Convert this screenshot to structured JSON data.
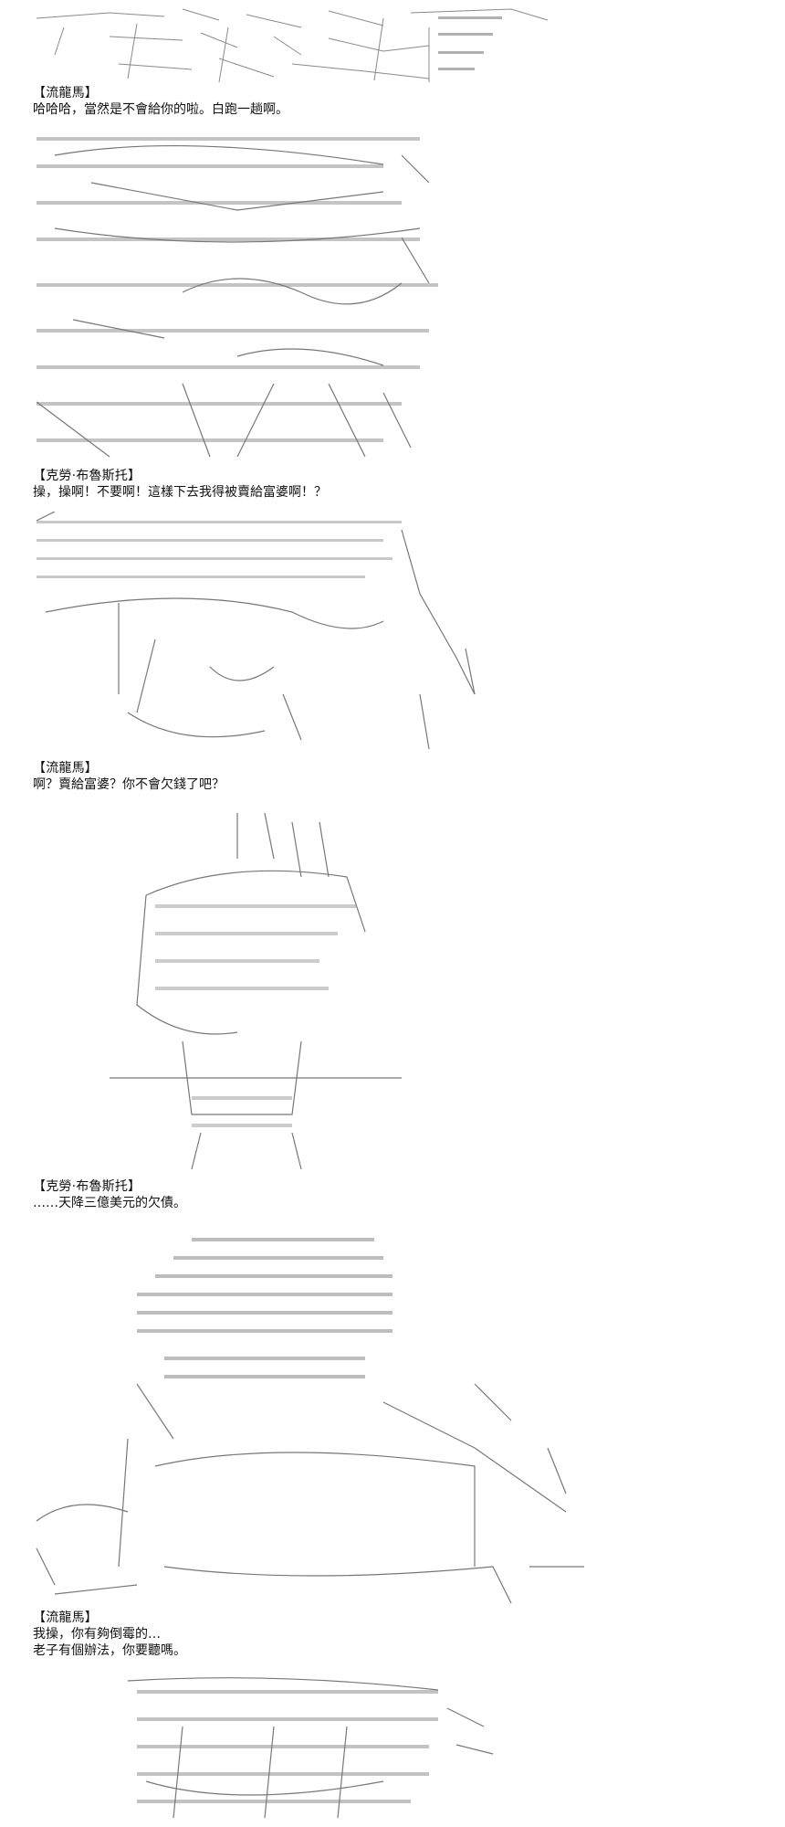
{
  "panels": [
    {
      "speaker": "【流龍馬】",
      "lines": [
        "哈哈哈，當然是不會給你的啦。白跑一趟啊。"
      ]
    },
    {
      "speaker": "【克勞·布魯斯托】",
      "lines": [
        "操，操啊！不要啊！這樣下去我得被賣給富婆啊！？"
      ]
    },
    {
      "speaker": "【流龍馬】",
      "lines": [
        "啊？賣給富婆？你不會欠錢了吧？"
      ]
    },
    {
      "speaker": "【克勞·布魯斯托】",
      "lines": [
        "……天降三億美元的欠債。"
      ]
    },
    {
      "speaker": "【流龍馬】",
      "lines": [
        "我操，你有夠倒霉的…",
        "老子有個辦法，你要聽嗎。"
      ]
    }
  ],
  "colors": {
    "ink": "#111111",
    "art": "#8a8a8a"
  }
}
